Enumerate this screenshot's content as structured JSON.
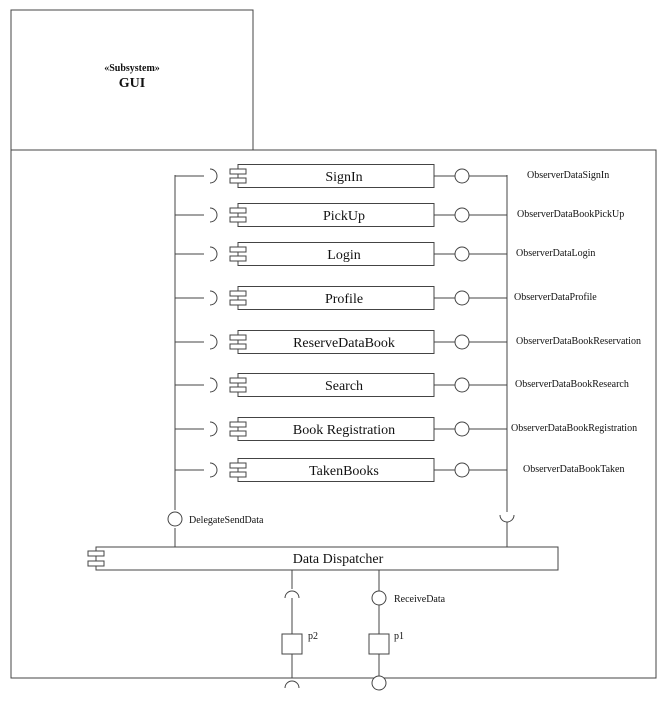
{
  "subsystem": {
    "stereotype": "«Subsystem»",
    "name": "GUI"
  },
  "components": [
    {
      "label": "SignIn",
      "observer": "ObserverDataSignIn"
    },
    {
      "label": "PickUp",
      "observer": "ObserverDataBookPickUp"
    },
    {
      "label": "Login",
      "observer": "ObserverDataLogin"
    },
    {
      "label": "Profile",
      "observer": "ObserverDataProfile"
    },
    {
      "label": "ReserveDataBook",
      "observer": "ObserverDataBookReservation"
    },
    {
      "label": "Search",
      "observer": "ObserverDataBookResearch"
    },
    {
      "label": "Book Registration",
      "observer": "ObserverDataBookRegistration"
    },
    {
      "label": "TakenBooks",
      "observer": "ObserverDataBookTaken"
    }
  ],
  "delegate_label": "DelegateSendData",
  "dispatcher_label": "Data Dispatcher",
  "receive_label": "ReceiveData",
  "ports": {
    "p2": "p2",
    "p1": "p1"
  }
}
